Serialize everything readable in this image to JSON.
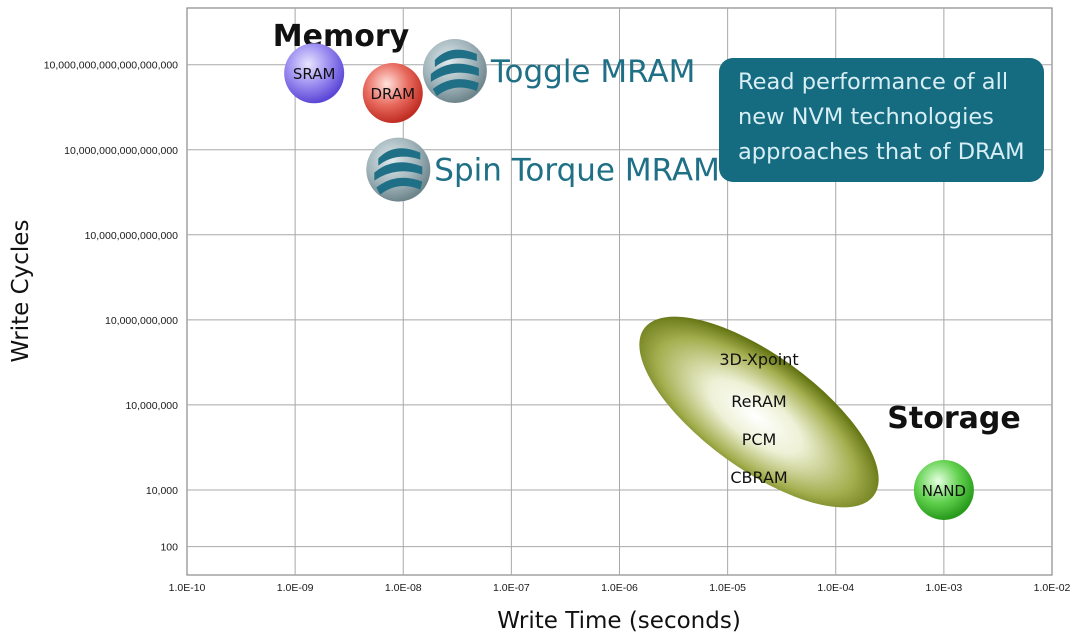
{
  "chart_data": {
    "type": "scatter",
    "xlabel": "Write Time (seconds)",
    "ylabel": "Write Cycles",
    "x_scale": "log",
    "y_scale": "log",
    "xlim": [
      1e-10,
      0.01
    ],
    "ylim": [
      10.0,
      1e+21
    ],
    "grid": true,
    "x_ticks": [
      "1.0E-10",
      "1.0E-09",
      "1.0E-08",
      "1.0E-07",
      "1.0E-06",
      "1.0E-05",
      "1.0E-04",
      "1.0E-03",
      "1.0E-02"
    ],
    "y_ticks": [
      "100",
      "10,000",
      "10,000,000",
      "10,000,000,000",
      "10,000,000,000,000",
      "10,000,000,000,000,000",
      "10,000,000,000,000,000,000"
    ],
    "groups": [
      {
        "label": "Memory"
      },
      {
        "label": "Storage"
      }
    ],
    "points": [
      {
        "label": "SRAM",
        "x": 1.5e-09,
        "y": 5e+18,
        "color": "#7d6ee8"
      },
      {
        "label": "DRAM",
        "x": 8e-09,
        "y": 1e+18,
        "color": "#e0524a"
      },
      {
        "label": "Toggle MRAM",
        "x": 3e-08,
        "y": 6e+18,
        "color": "#8aa3ab"
      },
      {
        "label": "Spin Torque MRAM",
        "x": 9e-09,
        "y": 2000000000000000.0,
        "color": "#8aa3ab"
      },
      {
        "label": "NAND",
        "x": 0.001,
        "y": 10000.0,
        "color": "#4cc23c"
      }
    ],
    "cluster": {
      "labels": [
        "3D-Xpoint",
        "ReRAM",
        "PCM",
        "CBRAM"
      ],
      "color": "#6f7f16"
    },
    "annotation": "Read performance of all new NVM technologies approaches that of DRAM",
    "annotation_lines": [
      "Read performance of all",
      "new NVM technologies",
      "approaches that of DRAM"
    ],
    "annotation_color": "#156b80"
  }
}
